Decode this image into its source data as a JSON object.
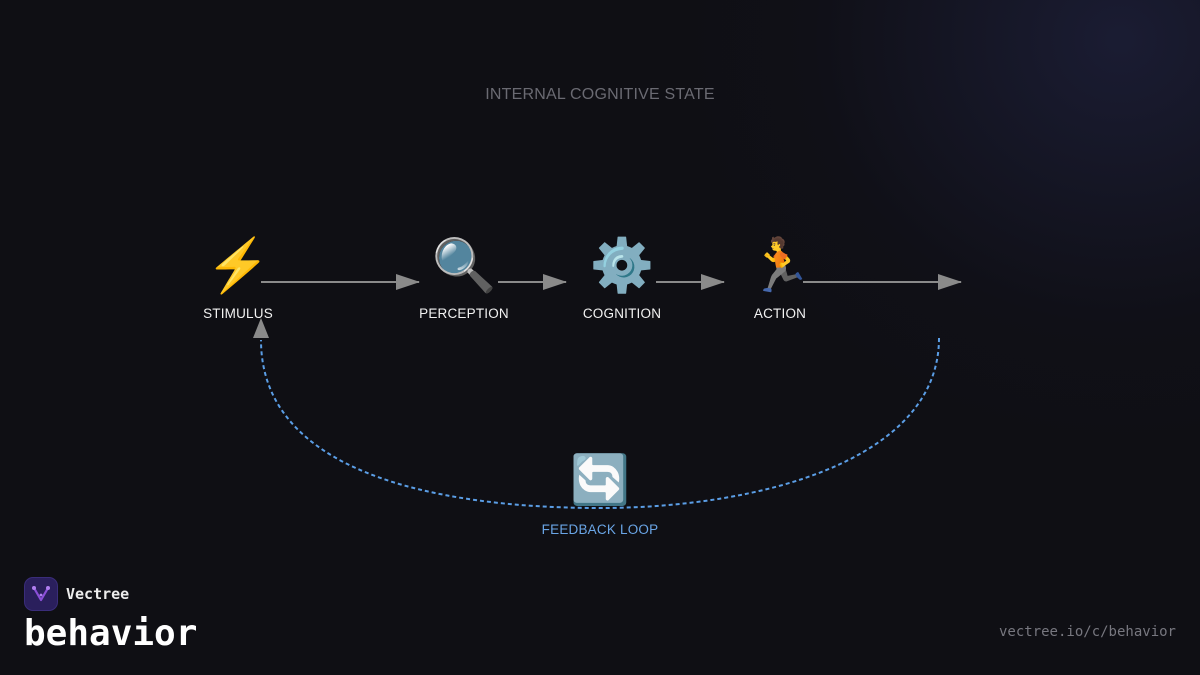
{
  "diagram": {
    "state_title": "INTERNAL COGNITIVE STATE",
    "nodes": [
      {
        "icon": "⚡",
        "icon_name": "lightning-bolt-icon",
        "label": "STIMULUS"
      },
      {
        "icon": "🔍",
        "icon_name": "magnifying-glass-icon",
        "label": "PERCEPTION"
      },
      {
        "icon": "⚙️",
        "icon_name": "gear-icon",
        "label": "COGNITION"
      },
      {
        "icon": "🏃",
        "icon_name": "running-person-icon",
        "label": "ACTION"
      }
    ],
    "feedback": {
      "icon": "🔄",
      "icon_name": "refresh-arrows-icon",
      "label": "FEEDBACK LOOP"
    },
    "colors": {
      "background": "#0f0f14",
      "arrow": "#8a8a8a",
      "feedback": "#5b9ee6",
      "label": "#f2f2f2",
      "title": "#6a6a72"
    }
  },
  "brand": {
    "name": "Vectree",
    "logo_icon": "vectree-logo-icon",
    "accent": "#8b4fd8"
  },
  "page": {
    "topic": "behavior",
    "url": "vectree.io/c/behavior"
  }
}
